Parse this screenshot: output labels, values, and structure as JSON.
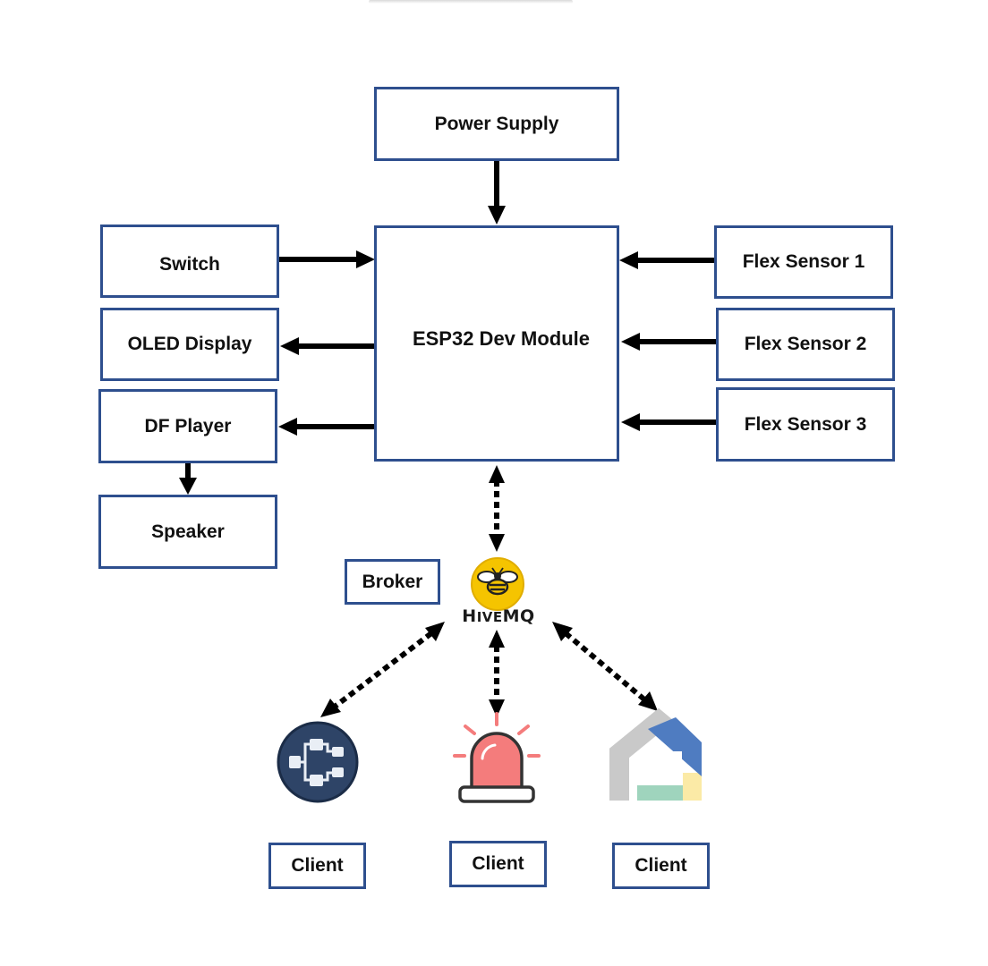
{
  "blocks": {
    "power_supply": "Power Supply",
    "esp32": "ESP32 Dev Module",
    "switch": "Switch",
    "oled": "OLED Display",
    "df_player": "DF Player",
    "speaker": "Speaker",
    "flex1": "Flex Sensor 1",
    "flex2": "Flex Sensor 2",
    "flex3": "Flex Sensor 3",
    "broker": "Broker",
    "client1": "Client",
    "client2": "Client",
    "client3": "Client"
  },
  "logos": {
    "hivemq": "HIVEMQ",
    "hivemq_cap_h": "H",
    "hivemq_small": "IVE",
    "hivemq_tail": "MQ"
  },
  "icons": {
    "client1_icon": "node-red-flow-icon",
    "client2_icon": "alarm-siren-icon",
    "client3_icon": "home-assistant-icon",
    "broker_icon": "hivemq-bee-icon"
  },
  "colors": {
    "box_border": "#2e4f8e",
    "arrow": "#000000",
    "hivemq_yellow": "#f5c400",
    "siren_red": "#f47c7c",
    "nodered_blue": "#2e4467",
    "ha_blue": "#4f7cc1",
    "ha_gray": "#c9c9c9",
    "ha_green": "#9fd4bd",
    "ha_yellow": "#fbeaa6"
  }
}
